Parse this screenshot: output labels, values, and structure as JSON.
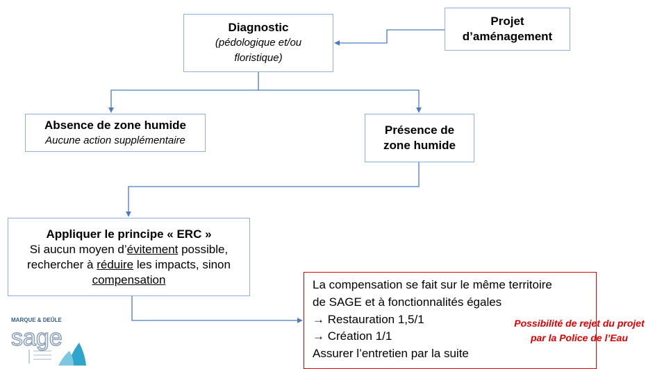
{
  "diagnostic": {
    "title": "Diagnostic",
    "subtitle_1": "(pédologique et/ou",
    "subtitle_2": "floristique)"
  },
  "projet": {
    "line_1": "Projet",
    "line_2": "d’aménagement"
  },
  "absence": {
    "title": "Absence de zone humide",
    "subtitle": "Aucune action supplémentaire"
  },
  "presence": {
    "line_1": "Présence de",
    "line_2": "zone humide"
  },
  "erc": {
    "title": "Appliquer le principe « ERC »",
    "l2_a": "Si aucun moyen d’",
    "l2_u": "évitement",
    "l2_b": " possible,",
    "l3_a": "rechercher à ",
    "l3_u": "réduire",
    "l3_b": " les impacts, sinon",
    "l4_u": "compensation"
  },
  "compensation": {
    "lines": [
      "La compensation se fait sur le même territoire",
      "de SAGE et à fonctionnalités égales",
      "→ Restauration 1,5/1",
      "→ Création 1/1",
      "Assurer l’entretien par la suite"
    ]
  },
  "rejet": {
    "line_1": "Possibilité de rejet du projet",
    "line_2": "par la Police de l’Eau"
  },
  "logo": {
    "top_text": "MARQUE & DEÛLE",
    "word": "sage"
  },
  "colors": {
    "box_border": "#8fb0db",
    "connector": "#4a7ac0",
    "alert": "#e00000"
  }
}
